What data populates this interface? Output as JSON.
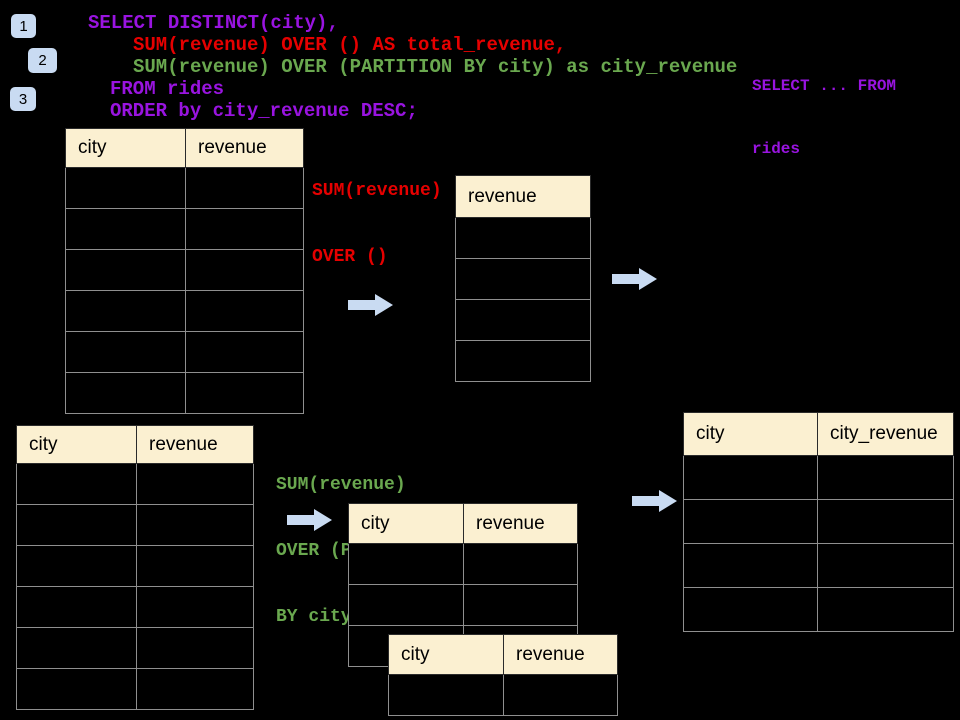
{
  "colors": {
    "background": "#000000",
    "accent_blue": "#c9dbf2",
    "code_purple": "#9914e0",
    "code_red": "#e60000",
    "code_green": "#6aa84f",
    "table_header_bg": "#fbf0d1"
  },
  "badges": [
    {
      "label": "1"
    },
    {
      "label": "2"
    },
    {
      "label": "3"
    }
  ],
  "sql_code": {
    "line1": "SELECT DISTINCT(city),",
    "line2": "SUM(revenue) OVER () AS total_revenue,",
    "line3": "SUM(revenue) OVER (PARTITION BY city) as city_revenue",
    "line4": "FROM rides",
    "line5": "ORDER by city_revenue DESC;"
  },
  "from_note": {
    "line1": "SELECT ... FROM",
    "line2": "rides"
  },
  "window_labels": {
    "total": {
      "line1": "SUM(revenue)",
      "line2": "OVER ()"
    },
    "partition": {
      "line1": "SUM(revenue)",
      "line2": "OVER (PARTITION",
      "line3": "BY city)"
    }
  },
  "tables": {
    "source_top": {
      "columns": [
        "city",
        "revenue"
      ],
      "empty_rows": 6
    },
    "total_result": {
      "columns": [
        "revenue"
      ],
      "empty_rows": 4
    },
    "source_bottom": {
      "columns": [
        "city",
        "revenue"
      ],
      "empty_rows": 6
    },
    "partition_step": {
      "columns": [
        "city",
        "revenue"
      ],
      "empty_rows": 3
    },
    "partition_overlay": {
      "columns": [
        "city",
        "revenue"
      ],
      "empty_rows": 1
    },
    "partition_result": {
      "columns": [
        "city",
        "city_revenue"
      ],
      "empty_rows": 4
    }
  },
  "icons": {
    "arrow_right": "→"
  }
}
